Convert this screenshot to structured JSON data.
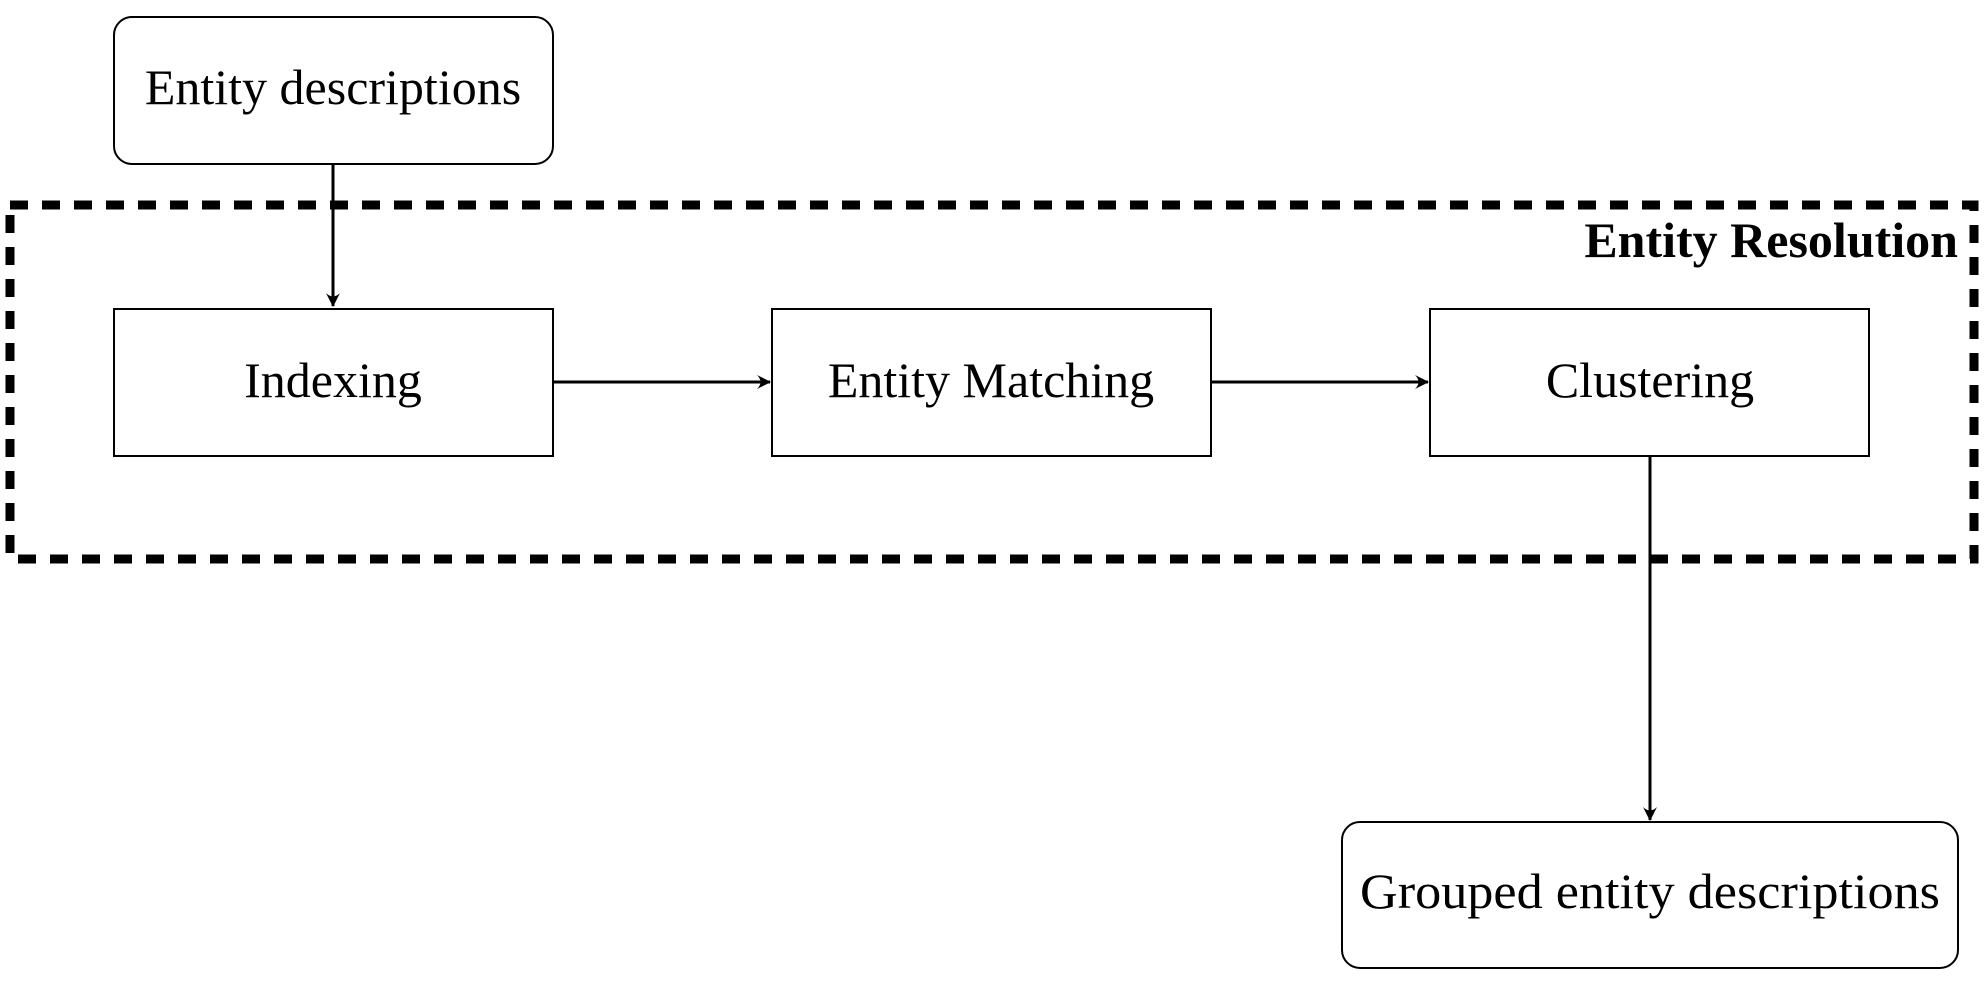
{
  "diagram": {
    "group": {
      "title": "Entity Resolution"
    },
    "nodes": {
      "input": {
        "label": "Entity descriptions"
      },
      "indexing": {
        "label": "Indexing"
      },
      "matching": {
        "label": "Entity Matching"
      },
      "clustering": {
        "label": "Clustering"
      },
      "output": {
        "label": "Grouped entity descriptions"
      }
    },
    "colors": {
      "stroke": "#000000",
      "background": "#ffffff"
    }
  }
}
